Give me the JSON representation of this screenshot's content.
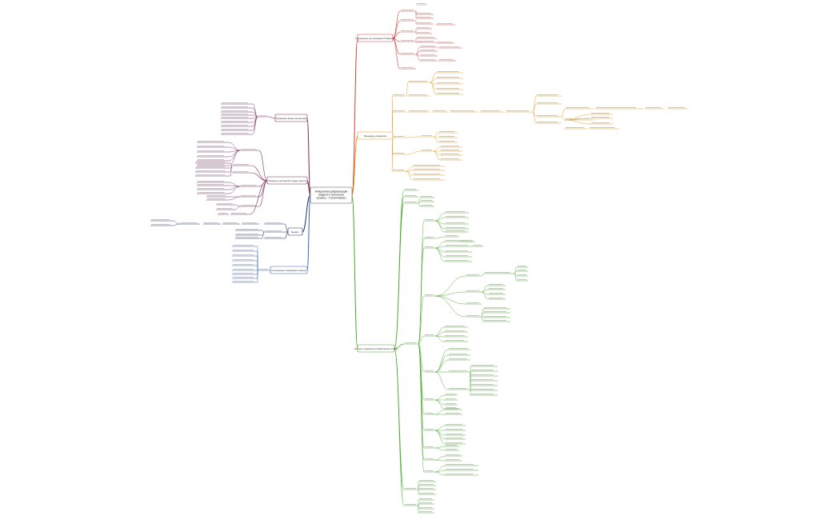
{
  "colors": {
    "red": "#d2423a",
    "orange": "#e39a17",
    "green": "#4aa82c",
    "blue": "#3b63b5",
    "purple": "#7a2a52",
    "navy": "#26346b",
    "center_border": "#7a7a7a"
  },
  "center": {
    "lines": [
      "Инициатива цифровизации",
      "Модели и технологии",
      "проекты - IT (Information)"
    ]
  },
  "branches": [
    {
      "name": "predpriyatie",
      "label": "Предприятие на платформе IT Минимум",
      "color_key": "red"
    },
    {
      "name": "upravlenie",
      "label": "Процедуры управления",
      "color_key": "orange"
    },
    {
      "name": "kontekst",
      "label": "Контекст управления (Unified бизнес-логики)",
      "color_key": "green"
    },
    {
      "name": "sistema",
      "label": "Управление бизнес-процессами",
      "color_key": "purple"
    },
    {
      "name": "profil",
      "label": "Профиль участника ИТ-среды проекта",
      "color_key": "purple"
    },
    {
      "name": "budget",
      "label": "Бюджет",
      "color_key": "navy"
    },
    {
      "name": "standarty",
      "label": "Согласование требований и данных",
      "color_key": "blue"
    }
  ]
}
